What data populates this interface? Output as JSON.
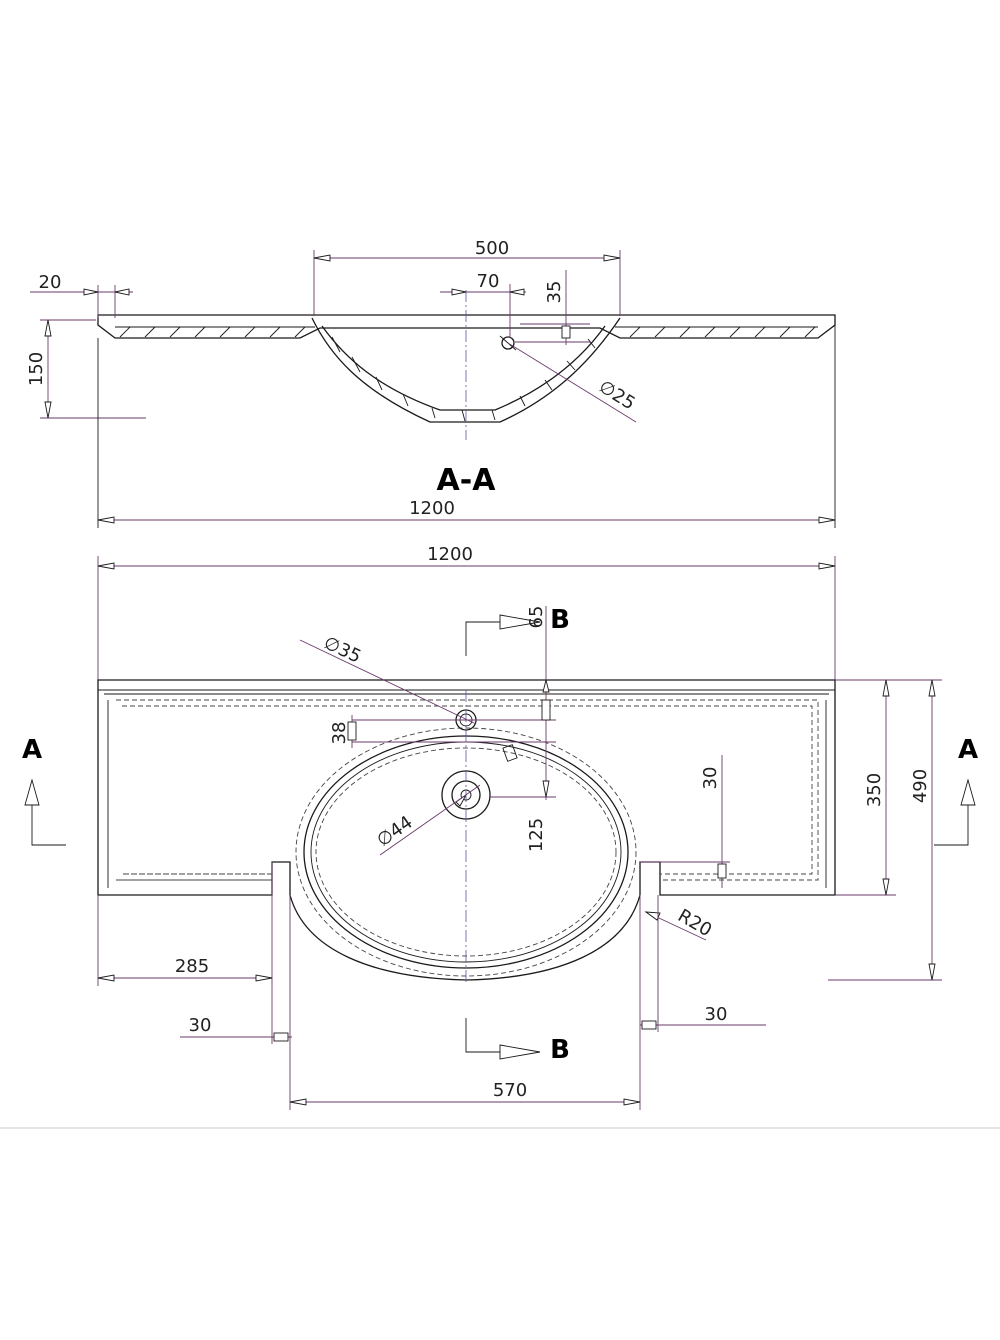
{
  "section_views": {
    "section_aa_title": "A-A",
    "marker_a": "A",
    "marker_b": "B"
  },
  "dimensions": {
    "top_width": "500",
    "wall_thickness": "20",
    "tap_offset": "70",
    "tap_depth": "35",
    "height": "150",
    "overflow_diameter": "∅25",
    "section_length": "1200",
    "plan_length": "1200",
    "top_margin": "65",
    "tap_hole_diameter": "∅35",
    "tap_hole_offset": "38",
    "drain_offset": "125",
    "drain_diameter": "∅44",
    "ledge_30_right": "30",
    "depth_350": "350",
    "depth_490": "490",
    "radius": "R20",
    "left_cut": "285",
    "cut_left_30": "30",
    "cut_right_30": "30",
    "bowl_width": "570"
  }
}
